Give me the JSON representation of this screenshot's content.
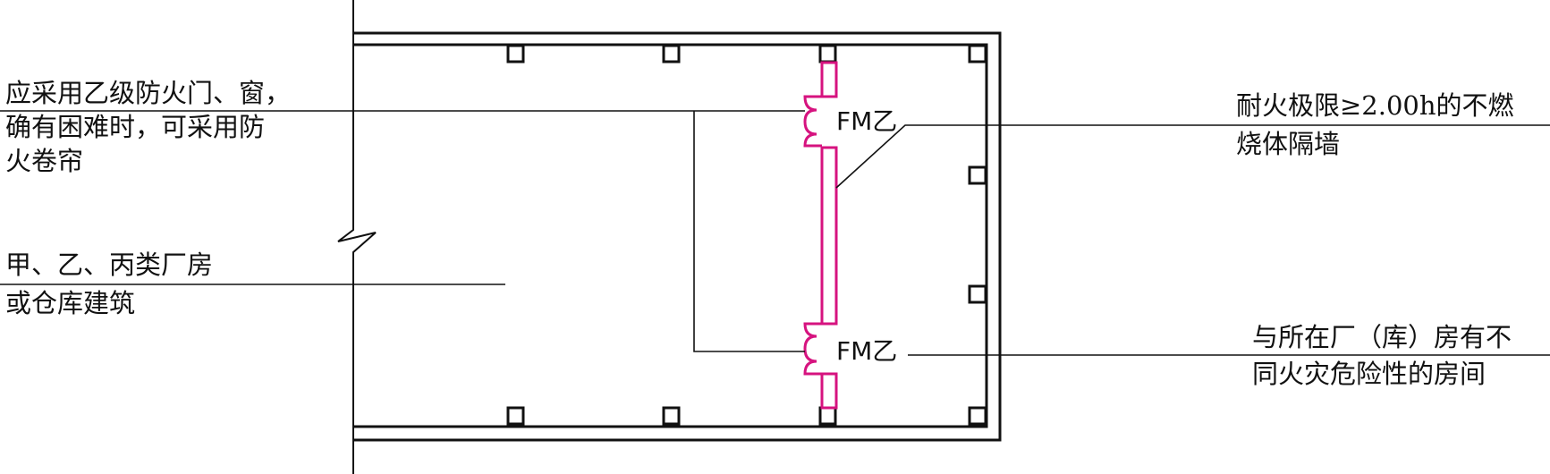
{
  "labels": {
    "door_requirement": [
      "应采用乙级防火门、窗，",
      "确有困难时，可采用防",
      "火卷帘"
    ],
    "building_type": [
      "甲、乙、丙类厂房",
      "或仓库建筑"
    ],
    "partition_wall": [
      "耐火极限≥2.00h的不燃",
      "烧体隔墙"
    ],
    "special_room": [
      "与所在厂（库）房有不",
      "同火灾危险性的房间"
    ]
  },
  "door_code": "FM乙",
  "colors": {
    "line": "#111111",
    "fire_wall": "#d6137f",
    "background": "#ffffff"
  }
}
